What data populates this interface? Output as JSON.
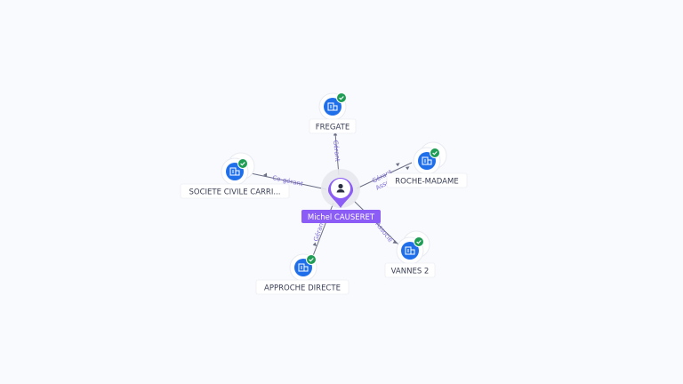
{
  "colors": {
    "background": "#f9fafd",
    "company_icon": "#1f6feb",
    "verified_badge": "#1f9d55",
    "person_accent": "#8b5cf6",
    "edge": "#6b6f86",
    "edge_label": "#7c6bd6"
  },
  "center": {
    "label": "Michel CAUSERET",
    "icon": "person-icon"
  },
  "companies": [
    {
      "id": "fregate",
      "label": "FREGATE",
      "icon": "building-icon",
      "badge": "check-badge-icon"
    },
    {
      "id": "roche-madame",
      "label": "ROCHE-MADAME",
      "icon": "building-icon",
      "badge": "check-badge-icon"
    },
    {
      "id": "vannes-2",
      "label": "VANNES 2",
      "icon": "building-icon",
      "badge": "check-badge-icon"
    },
    {
      "id": "approche-directe",
      "label": "APPROCHE DIRECTE",
      "icon": "building-icon",
      "badge": "check-badge-icon"
    },
    {
      "id": "societe-civile",
      "label": "SOCIETE CIVILE CARRI...",
      "icon": "building-icon",
      "badge": "check-badge-icon"
    }
  ],
  "edges": [
    {
      "to": "fregate",
      "labels": [
        "Gérant"
      ]
    },
    {
      "to": "roche-madame",
      "labels": [
        "Gérant",
        "Associé"
      ]
    },
    {
      "to": "vannes-2",
      "labels": [
        "Associé"
      ]
    },
    {
      "to": "approche-directe",
      "labels": [
        "Gérant"
      ]
    },
    {
      "to": "societe-civile",
      "labels": [
        "Co-gérant"
      ]
    }
  ]
}
